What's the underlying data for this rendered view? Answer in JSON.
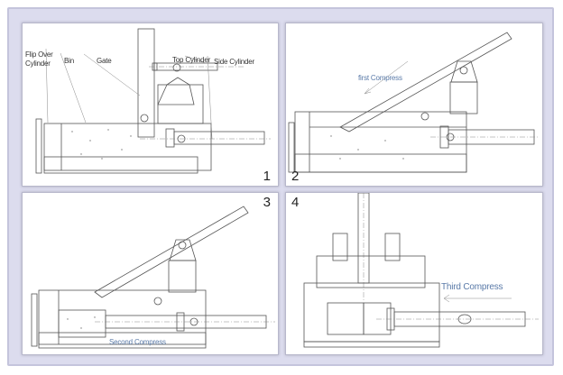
{
  "panels": [
    {
      "number": "1",
      "labels": {
        "flip_over": "Flip Over",
        "cylinder": "Cylinder",
        "bin": "Bin",
        "gate": "Gate",
        "top_cylinder": "Top Cylinder",
        "side_cylinder": "Side Cylinder"
      }
    },
    {
      "number": "2",
      "caption": "first Compress"
    },
    {
      "number": "3",
      "caption": "Second Compress"
    },
    {
      "number": "4",
      "caption": "Third Compress"
    }
  ]
}
